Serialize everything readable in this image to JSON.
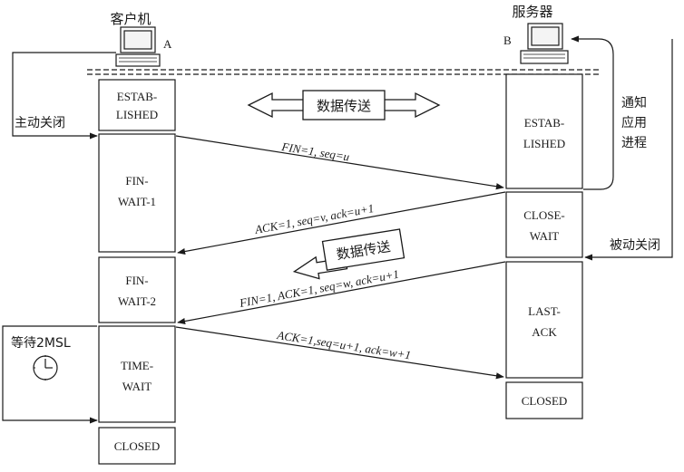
{
  "client": {
    "title": "客户机",
    "letter": "A"
  },
  "server": {
    "title": "服务器",
    "letter": "B"
  },
  "client_states": {
    "established": [
      "ESTAB-",
      "LISHED"
    ],
    "fin_wait_1": [
      "FIN-",
      "WAIT-1"
    ],
    "fin_wait_2": [
      "FIN-",
      "WAIT-2"
    ],
    "time_wait": [
      "TIME-",
      "WAIT"
    ],
    "closed": [
      "CLOSED"
    ]
  },
  "server_states": {
    "established": [
      "ESTAB-",
      "LISHED"
    ],
    "close_wait": [
      "CLOSE-",
      "WAIT"
    ],
    "last_ack": [
      "LAST-",
      "ACK"
    ],
    "closed": [
      "CLOSED"
    ]
  },
  "labels": {
    "active_close": "主动关闭",
    "passive_close": "被动关闭",
    "notify_app": [
      "通知",
      "应用",
      "进程"
    ],
    "wait_2msl": "等待2MSL",
    "data_transfer_1": "数据传送",
    "data_transfer_2": "数据传送"
  },
  "messages": {
    "m1": "FIN=1, seq=u",
    "m2": "ACK=1, seq=v, ack=u+1",
    "m3": "FIN=1, ACK=1, seq=w, ack=u+1",
    "m4": "ACK=1,seq=u+1, ack=w+1"
  }
}
